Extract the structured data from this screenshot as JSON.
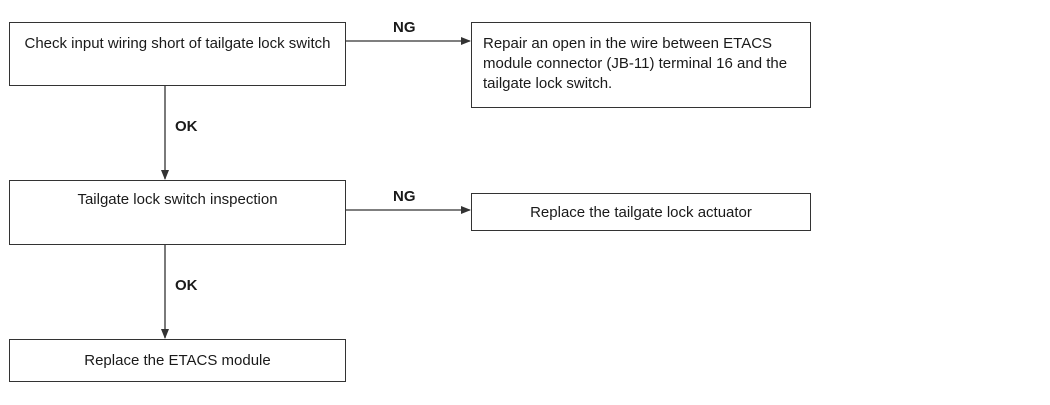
{
  "diagram": {
    "steps": {
      "check_input_wiring": "Check input wiring short of tailgate lock switch",
      "repair_open_wire": "Repair an open in the wire between ETACS module connector (JB-11) terminal 16 and the tailgate lock switch.",
      "switch_inspection": "Tailgate lock switch inspection",
      "replace_actuator": "Replace the tailgate lock actuator",
      "replace_etacs": "Replace the ETACS module"
    },
    "branch_labels": {
      "ng_1": "NG",
      "ok_1": "OK",
      "ng_2": "NG",
      "ok_2": "OK"
    },
    "colors": {
      "line": "#333333",
      "text": "#1a1a1a"
    }
  }
}
